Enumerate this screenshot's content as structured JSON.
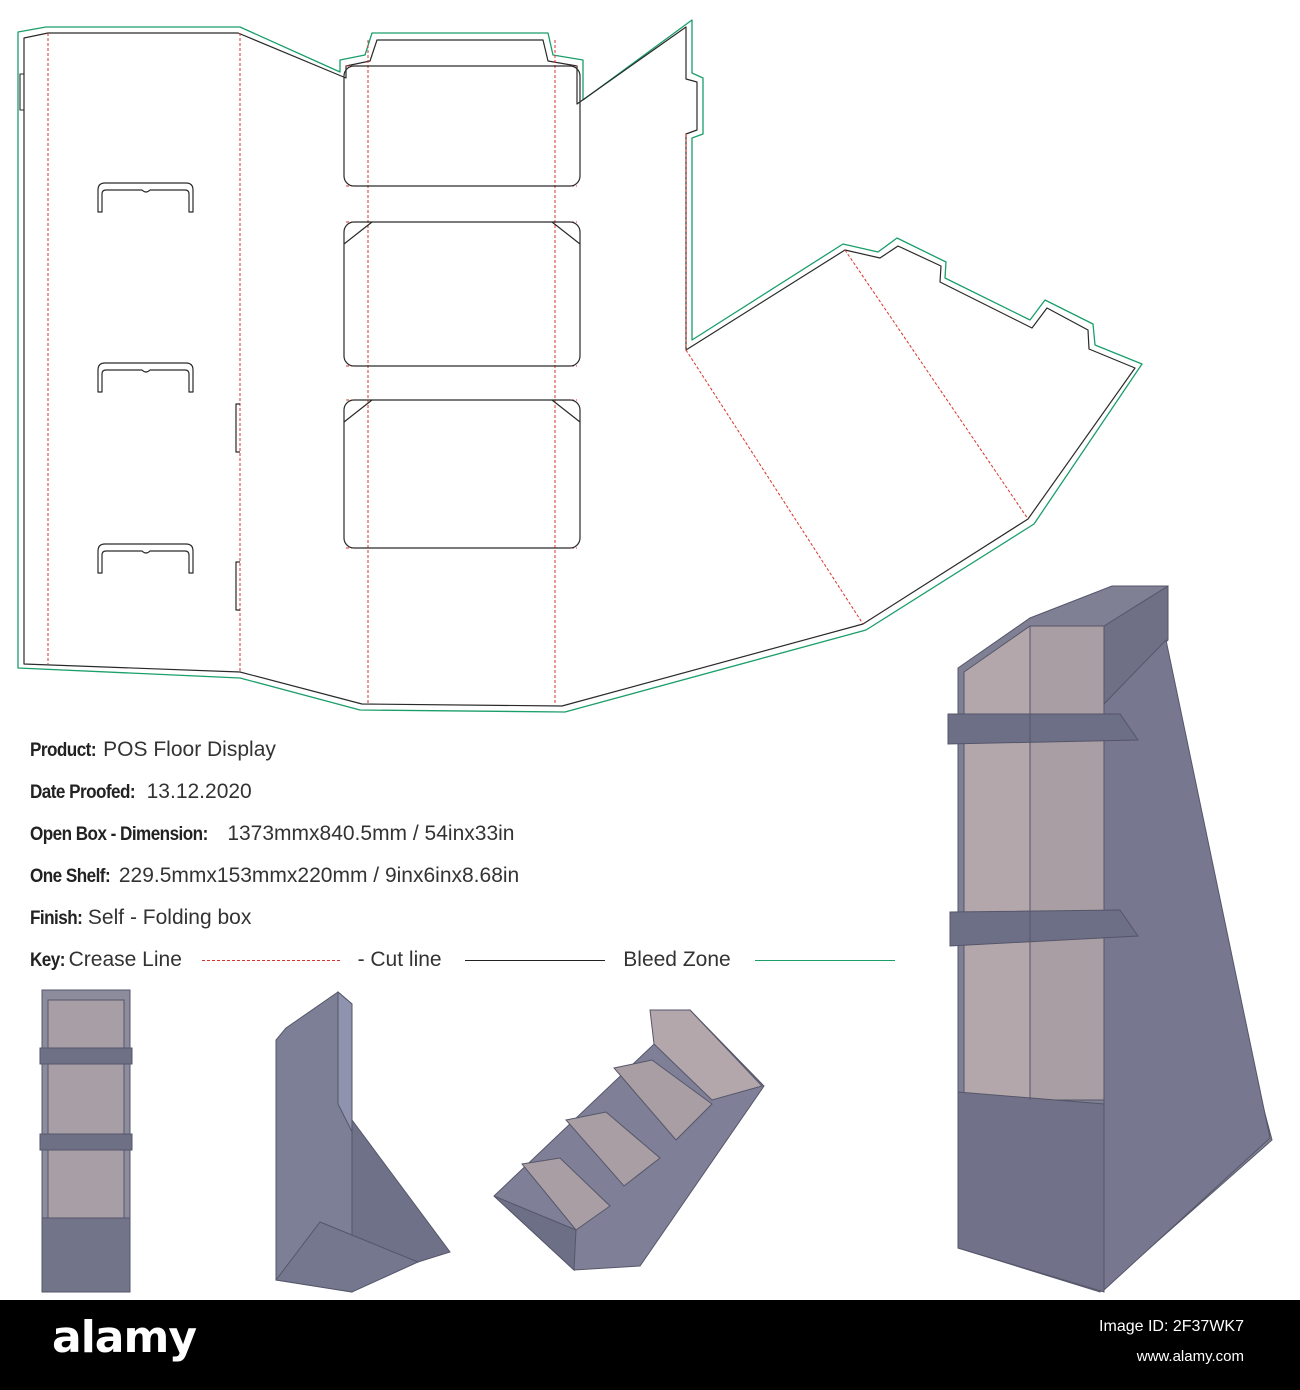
{
  "info": {
    "product_label": "Product:",
    "product_value": "POS Floor Display",
    "date_label": "Date Proofed:",
    "date_value": "13.12.2020",
    "open_label": "Open Box - Dimension:",
    "open_value": "1373mmx840.5mm / 54inx33in",
    "shelf_label": "One Shelf:",
    "shelf_value": "229.5mmx153mmx220mm / 9inx6inx8.68in",
    "finish_label": "Finish:",
    "finish_value": "Self - Folding box"
  },
  "key": {
    "label": "Key:",
    "crease": "Crease Line",
    "cut": "- Cut line",
    "bleed": "Bleed Zone"
  },
  "colors": {
    "crease": "#d9342b",
    "cut": "#222222",
    "bleed": "#1a9e6a",
    "box_front": "#8a8a99",
    "box_side": "#6f7189",
    "box_inner": "#b2a6aa"
  },
  "footer": {
    "logo": "alamy",
    "image_id": "Image ID: 2F37WK7",
    "url": "www.alamy.com"
  }
}
